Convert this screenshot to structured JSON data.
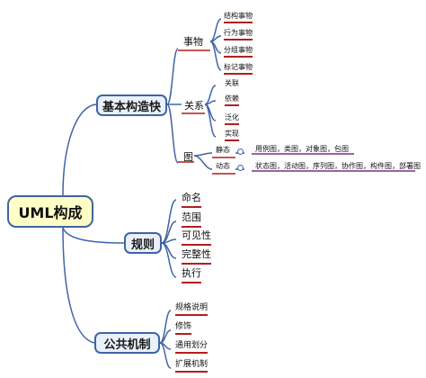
{
  "root": {
    "label": "UML构成"
  },
  "branches": {
    "building_blocks": {
      "label": "基本构造快",
      "things": {
        "label": "事物",
        "items": [
          "结构事物",
          "行为事物",
          "分组事物",
          "标记事物"
        ]
      },
      "relationships": {
        "label": "关系",
        "items": [
          "关联",
          "依赖",
          "泛化",
          "实现"
        ]
      },
      "diagrams": {
        "label": "图",
        "static": {
          "label": "静态",
          "content": "用例图，类图，对象图，包图"
        },
        "dynamic": {
          "label": "动态",
          "content": "状态图，活动图，序列图，协作图，构件图，部署图"
        }
      }
    },
    "rules": {
      "label": "规则",
      "items": [
        "命名",
        "范围",
        "可见性",
        "完整性",
        "执行"
      ]
    },
    "common_mechanisms": {
      "label": "公共机制",
      "items": [
        "规格说明",
        "修饰",
        "通用划分",
        "扩展机制"
      ]
    }
  },
  "colors": {
    "connector": "#3f64a6",
    "underline": "#b11f1f",
    "diagram_underline": "#7a2e8c",
    "root_fill": "#ffffc6",
    "branch_fill": "#eaf1fb"
  }
}
